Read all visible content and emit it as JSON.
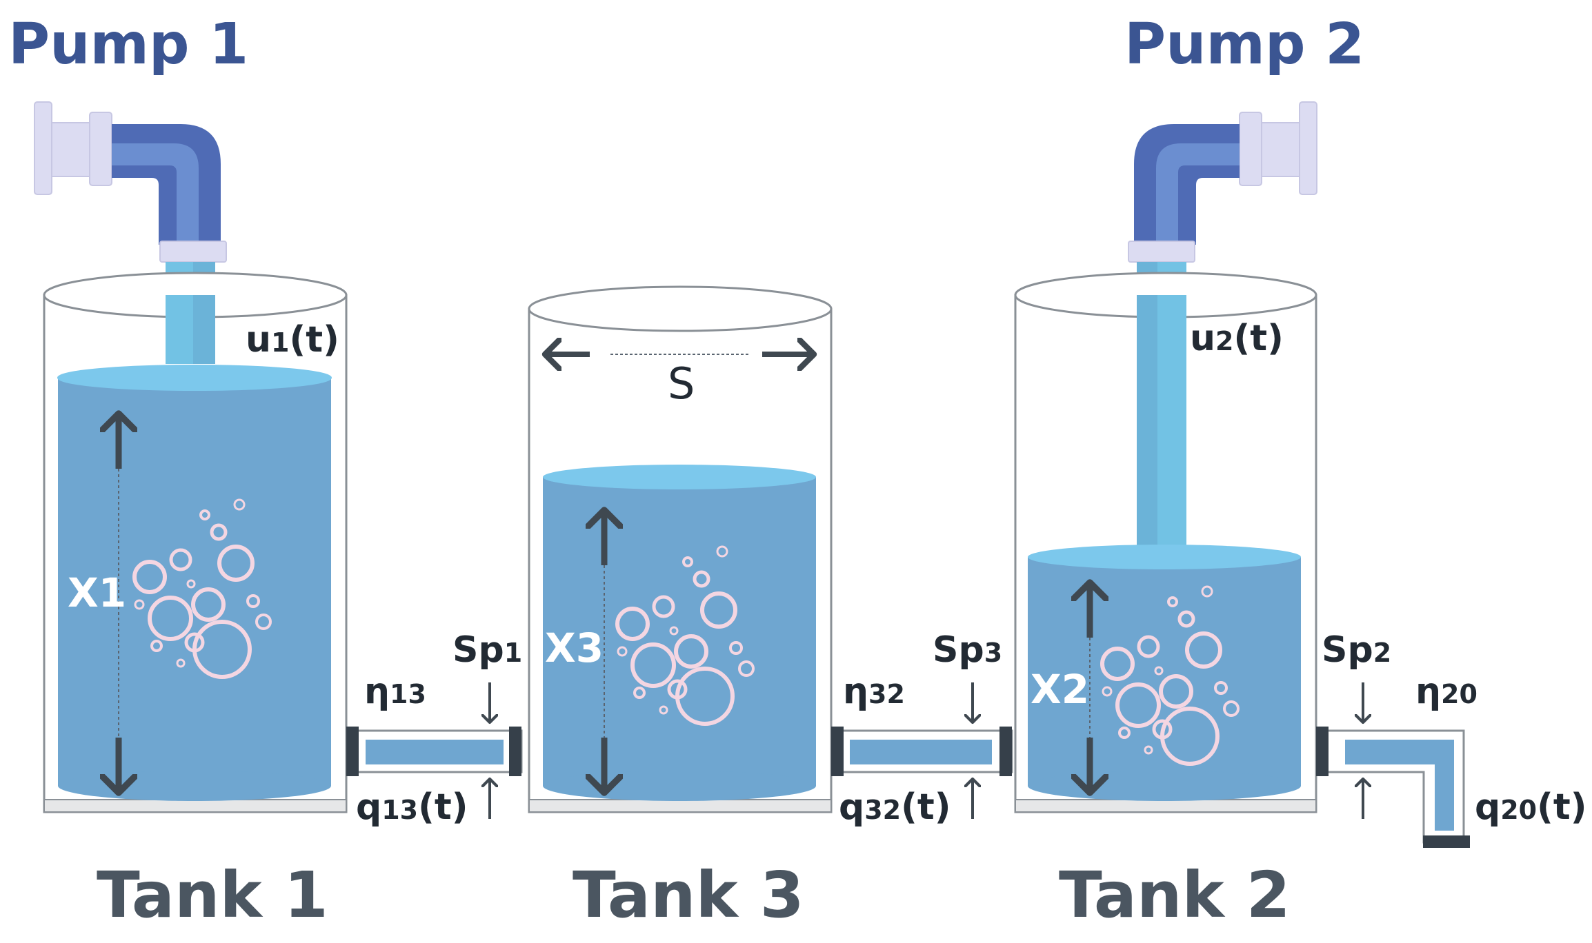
{
  "pumps": [
    {
      "title": "Pump 1"
    },
    {
      "title": "Pump 2"
    }
  ],
  "tanks": [
    {
      "title": "Tank 1",
      "level_label": "X1"
    },
    {
      "title": "Tank 3",
      "level_label": "X3"
    },
    {
      "title": "Tank 2",
      "level_label": "X2"
    }
  ],
  "inflows": [
    {
      "base": "u",
      "sub": "1",
      "tail": "(t)"
    },
    {
      "base": "u",
      "sub": "2",
      "tail": "(t)"
    }
  ],
  "area_label": "S",
  "valves": [
    {
      "eta_base": "η",
      "eta_sub": "13",
      "sp_base": "Sp",
      "sp_sub": "1",
      "q_base": "q",
      "q_sub": "13",
      "q_tail": "(t)"
    },
    {
      "eta_base": "η",
      "eta_sub": "32",
      "sp_base": "Sp",
      "sp_sub": "3",
      "q_base": "q",
      "q_sub": "32",
      "q_tail": "(t)"
    },
    {
      "eta_base": "η",
      "eta_sub": "20",
      "sp_base": "Sp",
      "sp_sub": "2",
      "q_base": "q",
      "q_sub": "20",
      "q_tail": "(t)"
    }
  ],
  "colors": {
    "water": "#6fa6d0",
    "water_surface": "#7cc8ec",
    "pipe_dark": "#4f6bb5",
    "pipe_light": "#6b8ed0",
    "flange": "#dcdcf2",
    "stream": "#72c2e4",
    "arrow": "#3f4850",
    "valve": "#36404a"
  },
  "icons": [
    "pump-pipe-icon",
    "bubbles-icon",
    "arrow-up-icon",
    "arrow-down-icon",
    "double-arrow-icon"
  ]
}
